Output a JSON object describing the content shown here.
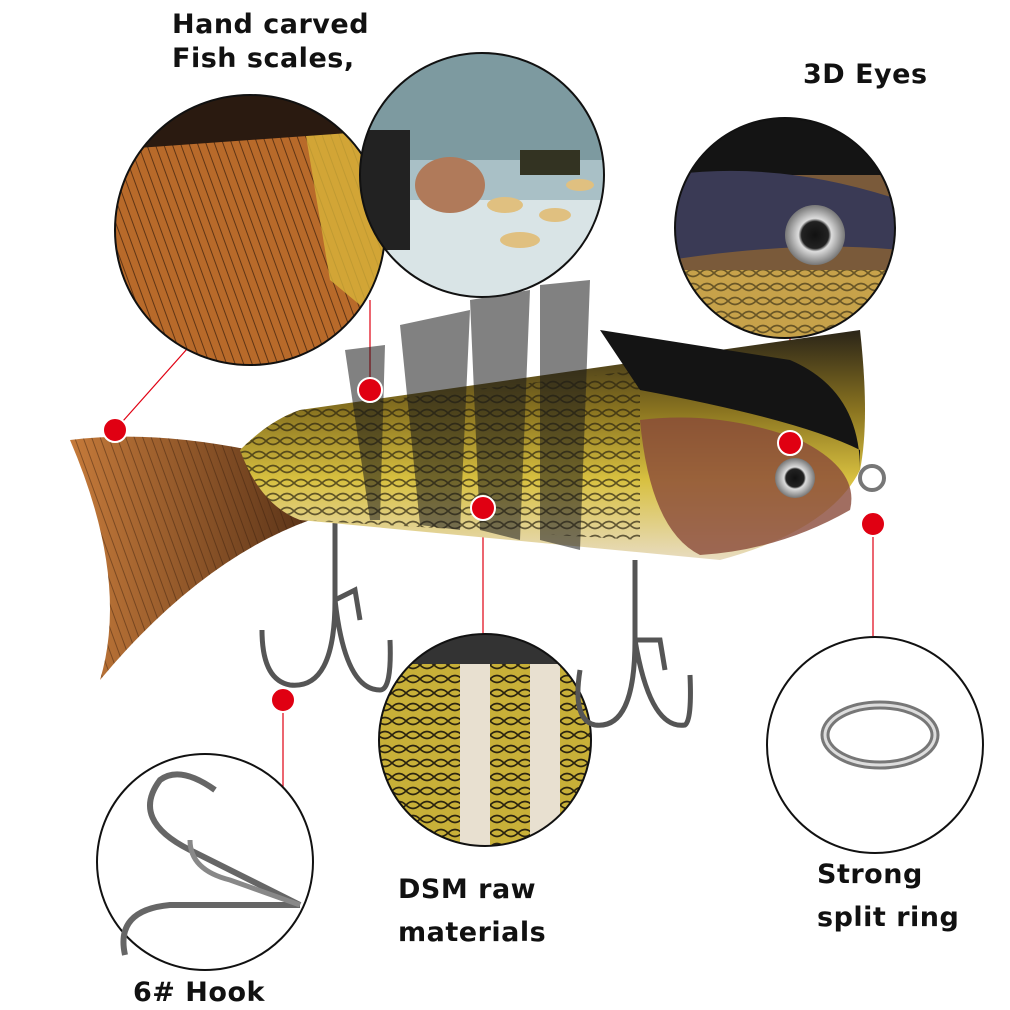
{
  "labels": {
    "fish_scales_line1": "Hand carved",
    "fish_scales_line2": "Fish scales,",
    "eyes": "3D Eyes",
    "materials_line1": "DSM raw",
    "materials_line2": "materials",
    "ring_line1": "Strong",
    "ring_line2": "split ring",
    "hook": "6# Hook"
  },
  "colors": {
    "marker": "#e00012",
    "scale_gold": "#c9a21a",
    "fin_orange": "#b5652a"
  }
}
